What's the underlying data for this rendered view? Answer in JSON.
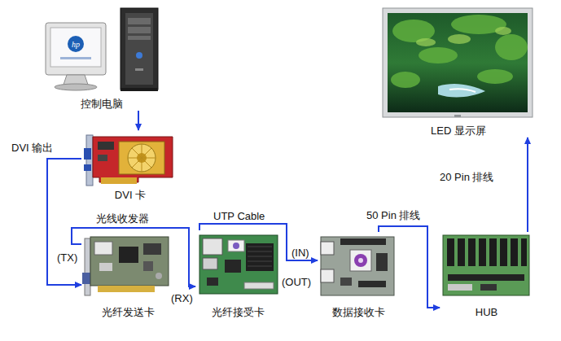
{
  "diagram": {
    "nodes": [
      {
        "text": [
          "控制电脑"
        ]
      },
      {
        "text": [
          "DVI 卡"
        ]
      },
      {
        "text": [
          "光纤发送卡"
        ]
      },
      {
        "text": [
          "光纤接受卡"
        ]
      },
      {
        "text": [
          "数据接收卡"
        ]
      },
      {
        "text": [
          "HUB"
        ]
      },
      {
        "text": [
          "LED 显示屏"
        ]
      }
    ],
    "edges": [
      {
        "from": 0,
        "to": 1,
        "arrow": "to"
      },
      {
        "from": 1,
        "to": 2,
        "arrow": "to"
      },
      {
        "from": 2,
        "to": 3,
        "arrow": "to"
      },
      {
        "from": 3,
        "to": 4,
        "arrow": "to"
      },
      {
        "from": 4,
        "to": 5,
        "arrow": "to"
      },
      {
        "from": 5,
        "to": 6,
        "arrow": "to"
      }
    ],
    "labels": [
      "DVI 输出",
      "光线收发器",
      "UTP Cable",
      "(TX)",
      "(RX)",
      "(IN)",
      "(OUT)",
      "50 Pin 排线",
      "20 Pin 排线"
    ]
  }
}
